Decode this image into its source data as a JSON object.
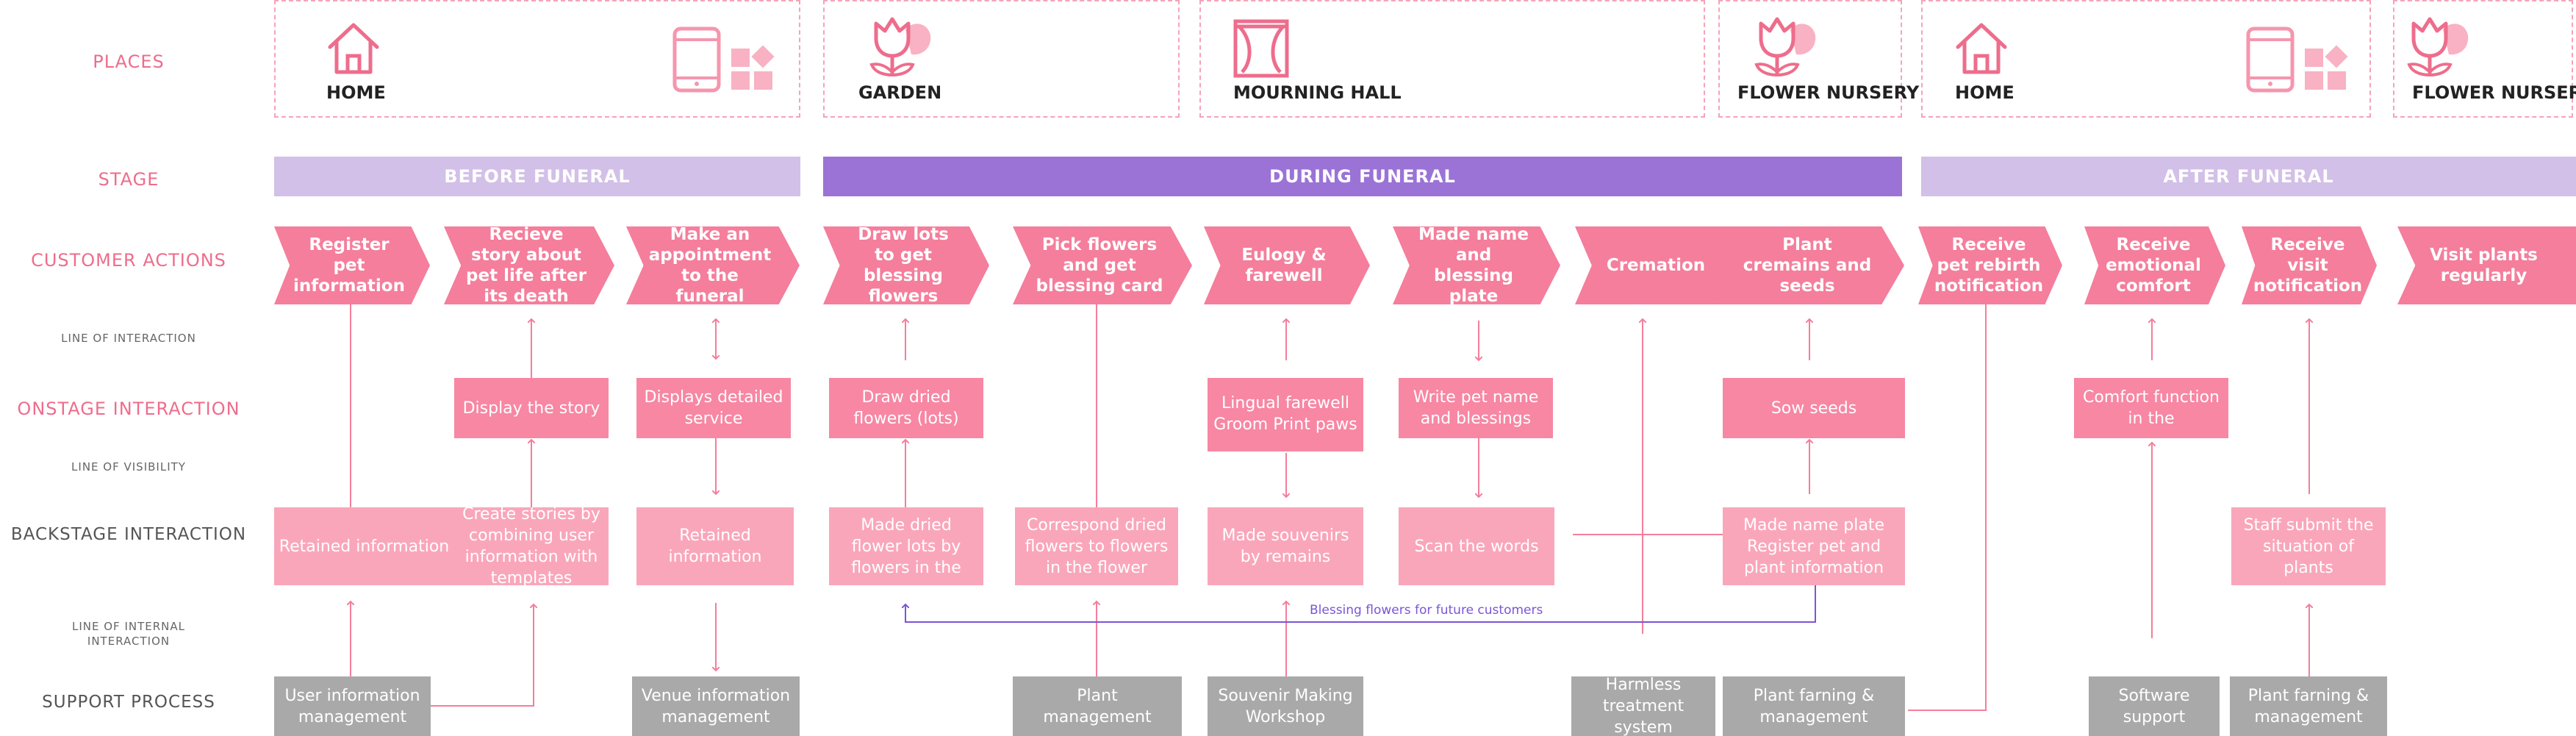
{
  "rows": {
    "places": "PLACES",
    "stage": "STAGE",
    "customer_actions": "CUSTOMER ACTIONS",
    "line_interaction": "LINE OF INTERACTION",
    "onstage": "ONSTAGE INTERACTION",
    "line_visibility": "LINE OF VISIBILITY",
    "backstage": "BACKSTAGE INTERACTION",
    "line_internal": "LINE OF INTERNAL INTERACTION",
    "support": "SUPPORT PROCESS"
  },
  "places": [
    {
      "name": "HOME",
      "icons": [
        "house-icon",
        "phone-icon",
        "shapes-icon"
      ]
    },
    {
      "name": "GARDEN",
      "icons": [
        "tulip-icon"
      ]
    },
    {
      "name": "MOURNING HALL",
      "icons": [
        "curtain-window-icon"
      ]
    },
    {
      "name": "FLOWER NURSERY",
      "icons": [
        "tulip-icon"
      ]
    },
    {
      "name": "HOME",
      "icons": [
        "house-icon",
        "phone-icon",
        "shapes-icon"
      ]
    },
    {
      "name": "FLOWER NURSERY",
      "icons": [
        "tulip-icon"
      ]
    }
  ],
  "stages": [
    {
      "label": "BEFORE FUNERAL",
      "color": "#d2c0e8"
    },
    {
      "label": "DURING FUNERAL",
      "color": "#9b73d6"
    },
    {
      "label": "AFTER FUNERAL",
      "color": "#d2c0e8"
    }
  ],
  "actions": [
    "Register pet information",
    "Recieve story about pet life after its death",
    "Make an appointment to the funeral",
    "Draw lots to get blessing flowers",
    "Pick flowers and get blessing card",
    "Eulogy & farewell",
    "Made name and blessing plate",
    "Cremation",
    "Plant cremains and seeds",
    "Receive pet rebirth notification",
    "Receive emotional comfort",
    "Receive visit notification",
    "Visit plants regularly"
  ],
  "onstage": [
    "Display the story",
    "Displays detailed service",
    "Draw dried flowers (lots)",
    "Lingual farewell Groom Print paws",
    "Write pet name and blessings",
    "Sow seeds",
    "Comfort function in the"
  ],
  "backstage": [
    "Retained information",
    "Create stories by combining user information with templates",
    "Retained information",
    "Made dried flower lots by flowers in the",
    "Correspond dried flowers to flowers in the flower",
    "Made souvenirs by remains",
    "Scan the words",
    "Made name plate Register pet and plant information",
    "Staff submit the situation of plants"
  ],
  "support": [
    "User information management",
    "Venue information management",
    "Plant management",
    "Souvenir Making Workshop",
    "Harmless treatment system",
    "Plant farning & management",
    "Software support",
    "Plant farning & management"
  ],
  "note": "Blessing flowers for future customers",
  "colors": {
    "accent_pink": "#f47e9b",
    "light_pink": "#faa6ba",
    "purple": "#9b73d6",
    "lavender": "#d2c0e8",
    "gray": "#a9a9a9"
  }
}
